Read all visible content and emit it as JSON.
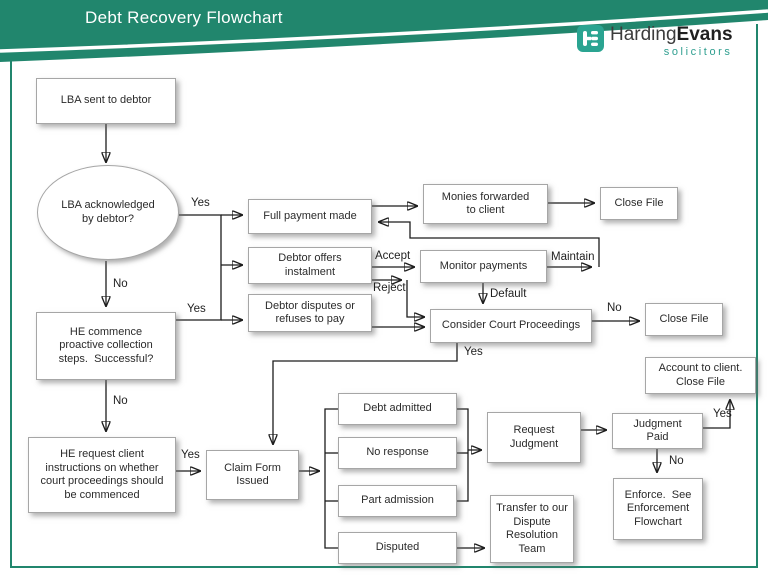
{
  "header": {
    "title": "Debt Recovery Flowchart",
    "logo": {
      "monogram_icon": "he-monogram",
      "name_regular": "Harding",
      "name_bold": "Evans",
      "tagline": "solicitors"
    }
  },
  "colors": {
    "band_teal": "#21866d",
    "logo_teal": "#2aa491",
    "tagline_teal": "#2e9e8f",
    "line": "#1c1c1c",
    "box_border": "#a6a6a6"
  },
  "nodes": {
    "lba_sent": "LBA sent to debtor",
    "lba_ack": "LBA acknowledged\nby debtor?",
    "full_payment": "Full payment made",
    "debtor_offers": "Debtor offers\ninstalment",
    "debtor_disputes": "Debtor disputes or\nrefuses to pay",
    "monies_forwarded": "Monies forwarded\nto client",
    "close_file_1": "Close File",
    "monitor_payments": "Monitor payments",
    "consider_court": "Consider Court Proceedings",
    "close_file_2": "Close File",
    "he_commence": "HE commence\nproactive collection\nsteps.  Successful?",
    "he_request": "HE request client\ninstructions on whether\ncourt proceedings should\nbe commenced",
    "claim_form": "Claim Form\nIssued",
    "debt_admitted": "Debt admitted",
    "no_response": "No response",
    "part_admission": "Part admission",
    "disputed": "Disputed",
    "request_judgment": "Request\nJudgment",
    "transfer_team": "Transfer to our\nDispute\nResolution\nTeam",
    "judgment_paid": "Judgment\nPaid",
    "account_close": "Account to client.\nClose File",
    "enforce": "Enforce.  See\nEnforcement\nFlowchart"
  },
  "labels": {
    "yes_ack": "Yes",
    "no_ack": "No",
    "yes_commence": "Yes",
    "no_commence": "No",
    "yes_request": "Yes",
    "accept": "Accept",
    "reject": "Reject",
    "maintain": "Maintain",
    "default": "Default",
    "no_court": "No",
    "yes_court": "Yes",
    "yes_paid": "Yes",
    "no_paid": "No"
  }
}
